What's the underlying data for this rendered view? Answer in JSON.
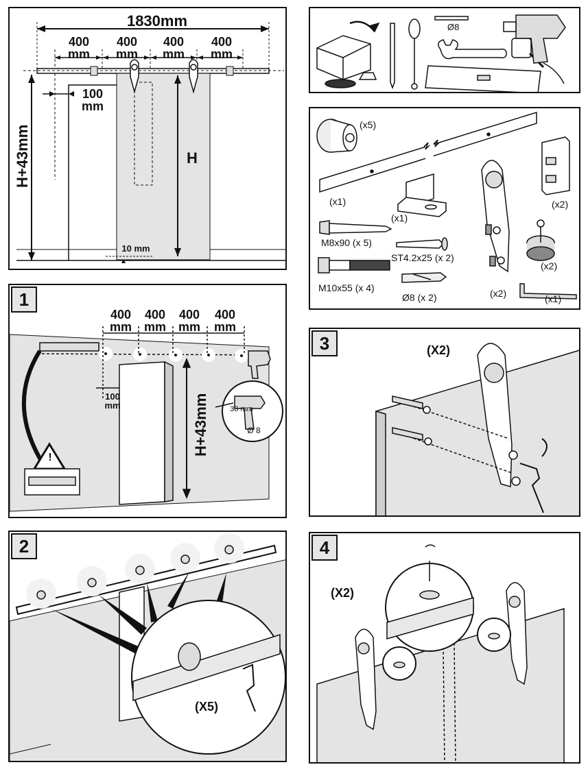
{
  "dimensions": {
    "total_width": "1830mm",
    "spacing_value": "400",
    "spacing_unit": "mm",
    "offset_value": "100",
    "offset_unit": "mm",
    "height_label": "H",
    "height_total": "H+43mm",
    "floor_gap": "10 mm"
  },
  "tools": {
    "drill_bit_label": "Ø8"
  },
  "parts": {
    "stopper_qty": "(x5)",
    "rail_qty": "(x1)",
    "floor_guide_qty": "(x1)",
    "end_stop_qty": "(x2)",
    "lag_screw": "M8x90 (x 5)",
    "wood_screw": "ST4.2x25 (x 2)",
    "bolt": "M10x55 (x 4)",
    "anchor": "Ø8 (x 2)",
    "hanger_qty": "(x2)",
    "bumper_qty": "(x2)",
    "allen_key_qty": "(x1)"
  },
  "steps": [
    {
      "number": "1"
    },
    {
      "number": "2",
      "multiplier": "(X5)"
    },
    {
      "number": "3",
      "multiplier": "(X2)"
    },
    {
      "number": "4",
      "multiplier": "(X2)"
    }
  ],
  "step1": {
    "drill_depth": "30 mm",
    "drill_bit": "Ø 8"
  }
}
